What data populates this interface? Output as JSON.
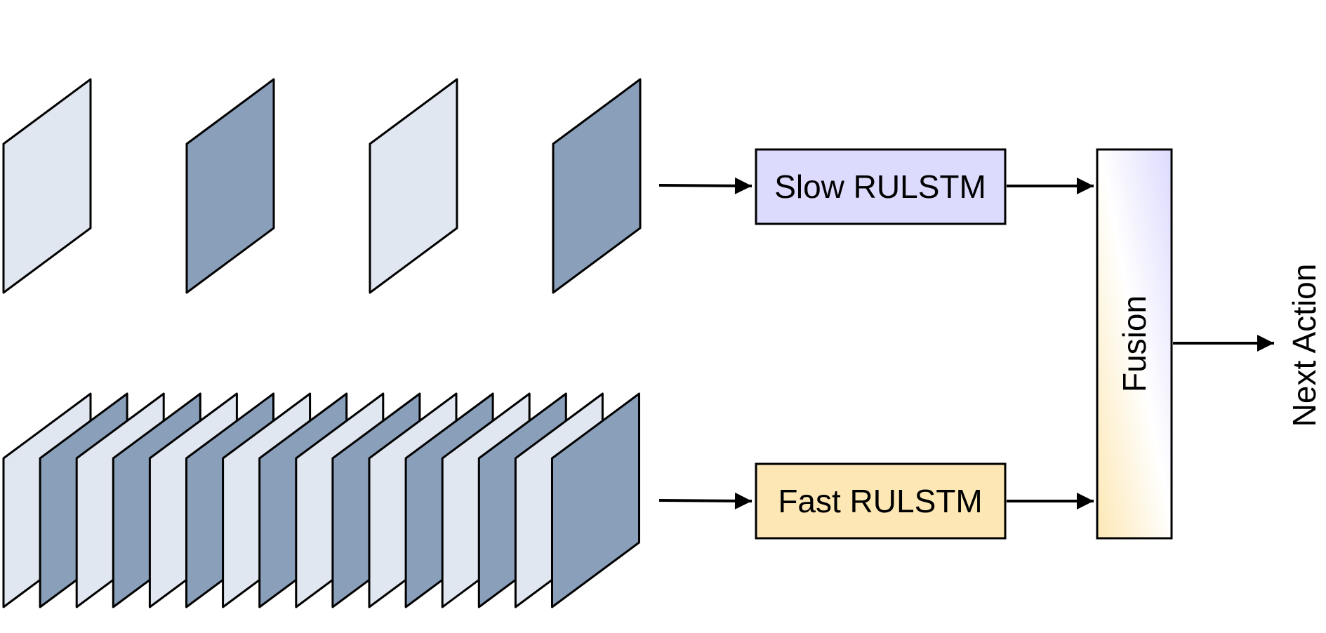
{
  "colors": {
    "frame_light": "#e1e7f0",
    "frame_dark": "#8a9fba",
    "slow_box": "#dcdafd",
    "fast_box": "#fde8b5",
    "fusion_top": "#dcdafd",
    "fusion_mid": "#ffffff",
    "fusion_bottom": "#fde8b5",
    "stroke": "#000000"
  },
  "slow_stream": {
    "frame_pattern": [
      "light",
      "dark",
      "light",
      "dark"
    ]
  },
  "fast_stream": {
    "frame_pattern": [
      "light",
      "dark",
      "light",
      "dark",
      "light",
      "dark",
      "light",
      "dark",
      "light",
      "dark",
      "light",
      "dark",
      "light",
      "dark",
      "light",
      "dark"
    ]
  },
  "slow_module": {
    "label": "Slow RULSTM"
  },
  "fast_module": {
    "label": "Fast RULSTM"
  },
  "fusion": {
    "label": "Fusion"
  },
  "output": {
    "label": "Next Action"
  }
}
